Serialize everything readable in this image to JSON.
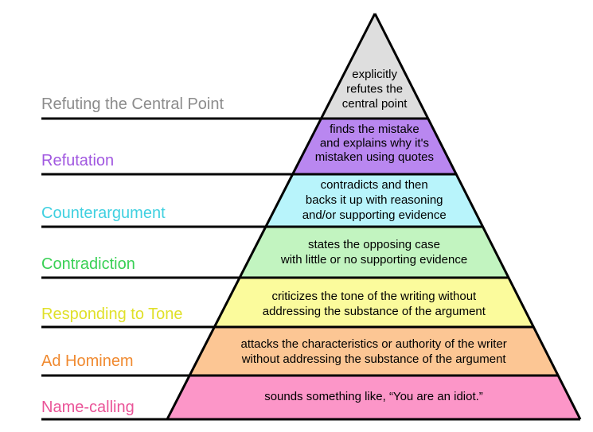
{
  "levels": [
    {
      "name": "Refuting the Central Point",
      "description": [
        "explicitly",
        "refutes the",
        "central point"
      ],
      "label_color": "#8c8c8c",
      "fill_color": "#dedede"
    },
    {
      "name": "Refutation",
      "description": [
        "finds the mistake",
        "and explains why it's",
        "mistaken using quotes"
      ],
      "label_color": "#a158e0",
      "fill_color": "#b987f0"
    },
    {
      "name": "Counterargument",
      "description": [
        "contradicts and then",
        "backs it up with reasoning",
        "and/or supporting evidence"
      ],
      "label_color": "#3fd0e0",
      "fill_color": "#b8f4fb"
    },
    {
      "name": "Contradiction",
      "description": [
        "states the opposing case",
        "with little or no supporting evidence"
      ],
      "label_color": "#39d055",
      "fill_color": "#c2f4c0"
    },
    {
      "name": "Responding to Tone",
      "description": [
        "criticizes the tone of the writing without",
        "addressing the substance of the argument"
      ],
      "label_color": "#e0e02a",
      "fill_color": "#fbfb9c"
    },
    {
      "name": "Ad Hominem",
      "description": [
        "attacks the characteristics or authority of the writer",
        "without addressing the substance of the argument"
      ],
      "label_color": "#f08a30",
      "fill_color": "#fcc694"
    },
    {
      "name": "Name-calling",
      "description": [
        "sounds something like, “You are an idiot.”"
      ],
      "label_color": "#ea5498",
      "fill_color": "#fc96c8"
    }
  ]
}
